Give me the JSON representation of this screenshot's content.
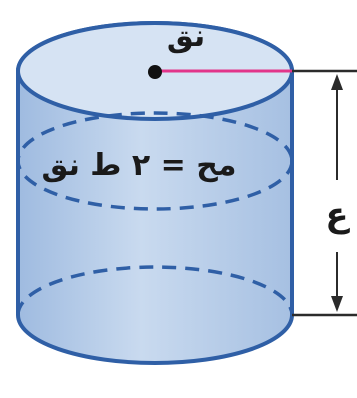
{
  "labels": {
    "radius": "نق",
    "circumference": "مح = ٢ ط نق",
    "height": "ع"
  },
  "colors": {
    "body_fill": "#b9cfe8",
    "top_fill": "#d6e3f3",
    "outline": "#2f5fa6",
    "radius_line": "#e2358a",
    "dimension_line": "#2b2b2b"
  }
}
